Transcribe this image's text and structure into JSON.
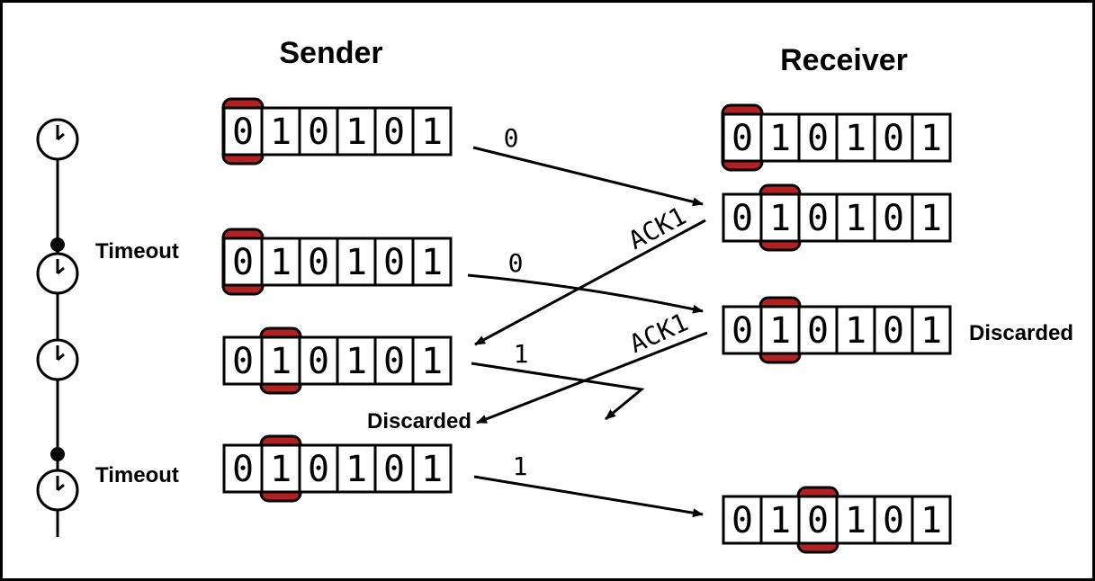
{
  "titles": {
    "sender": "Sender",
    "receiver": "Receiver"
  },
  "labels": {
    "timeout_1": "Timeout",
    "timeout_2": "Timeout",
    "discarded_receiver": "Discarded",
    "discarded_sender": "Discarded"
  },
  "bits": [
    "0",
    "1",
    "0",
    "1",
    "0",
    "1"
  ],
  "sender_frames": [
    {
      "highlight_index": 0
    },
    {
      "highlight_index": 0
    },
    {
      "highlight_index": 1
    },
    {
      "highlight_index": 1
    }
  ],
  "receiver_frames": [
    {
      "highlight_index": 0
    },
    {
      "highlight_index": 1
    },
    {
      "highlight_index": 1
    },
    {
      "highlight_index": 2
    }
  ],
  "messages": {
    "data_1": "0",
    "data_2": "0",
    "data_3": "1",
    "data_4": "1",
    "ack_1": "ACK1",
    "ack_2": "ACK1"
  },
  "colors": {
    "highlight": "#b22222",
    "line": "#000000",
    "background": "#ffffff"
  },
  "icons": [
    "clock-icon"
  ]
}
